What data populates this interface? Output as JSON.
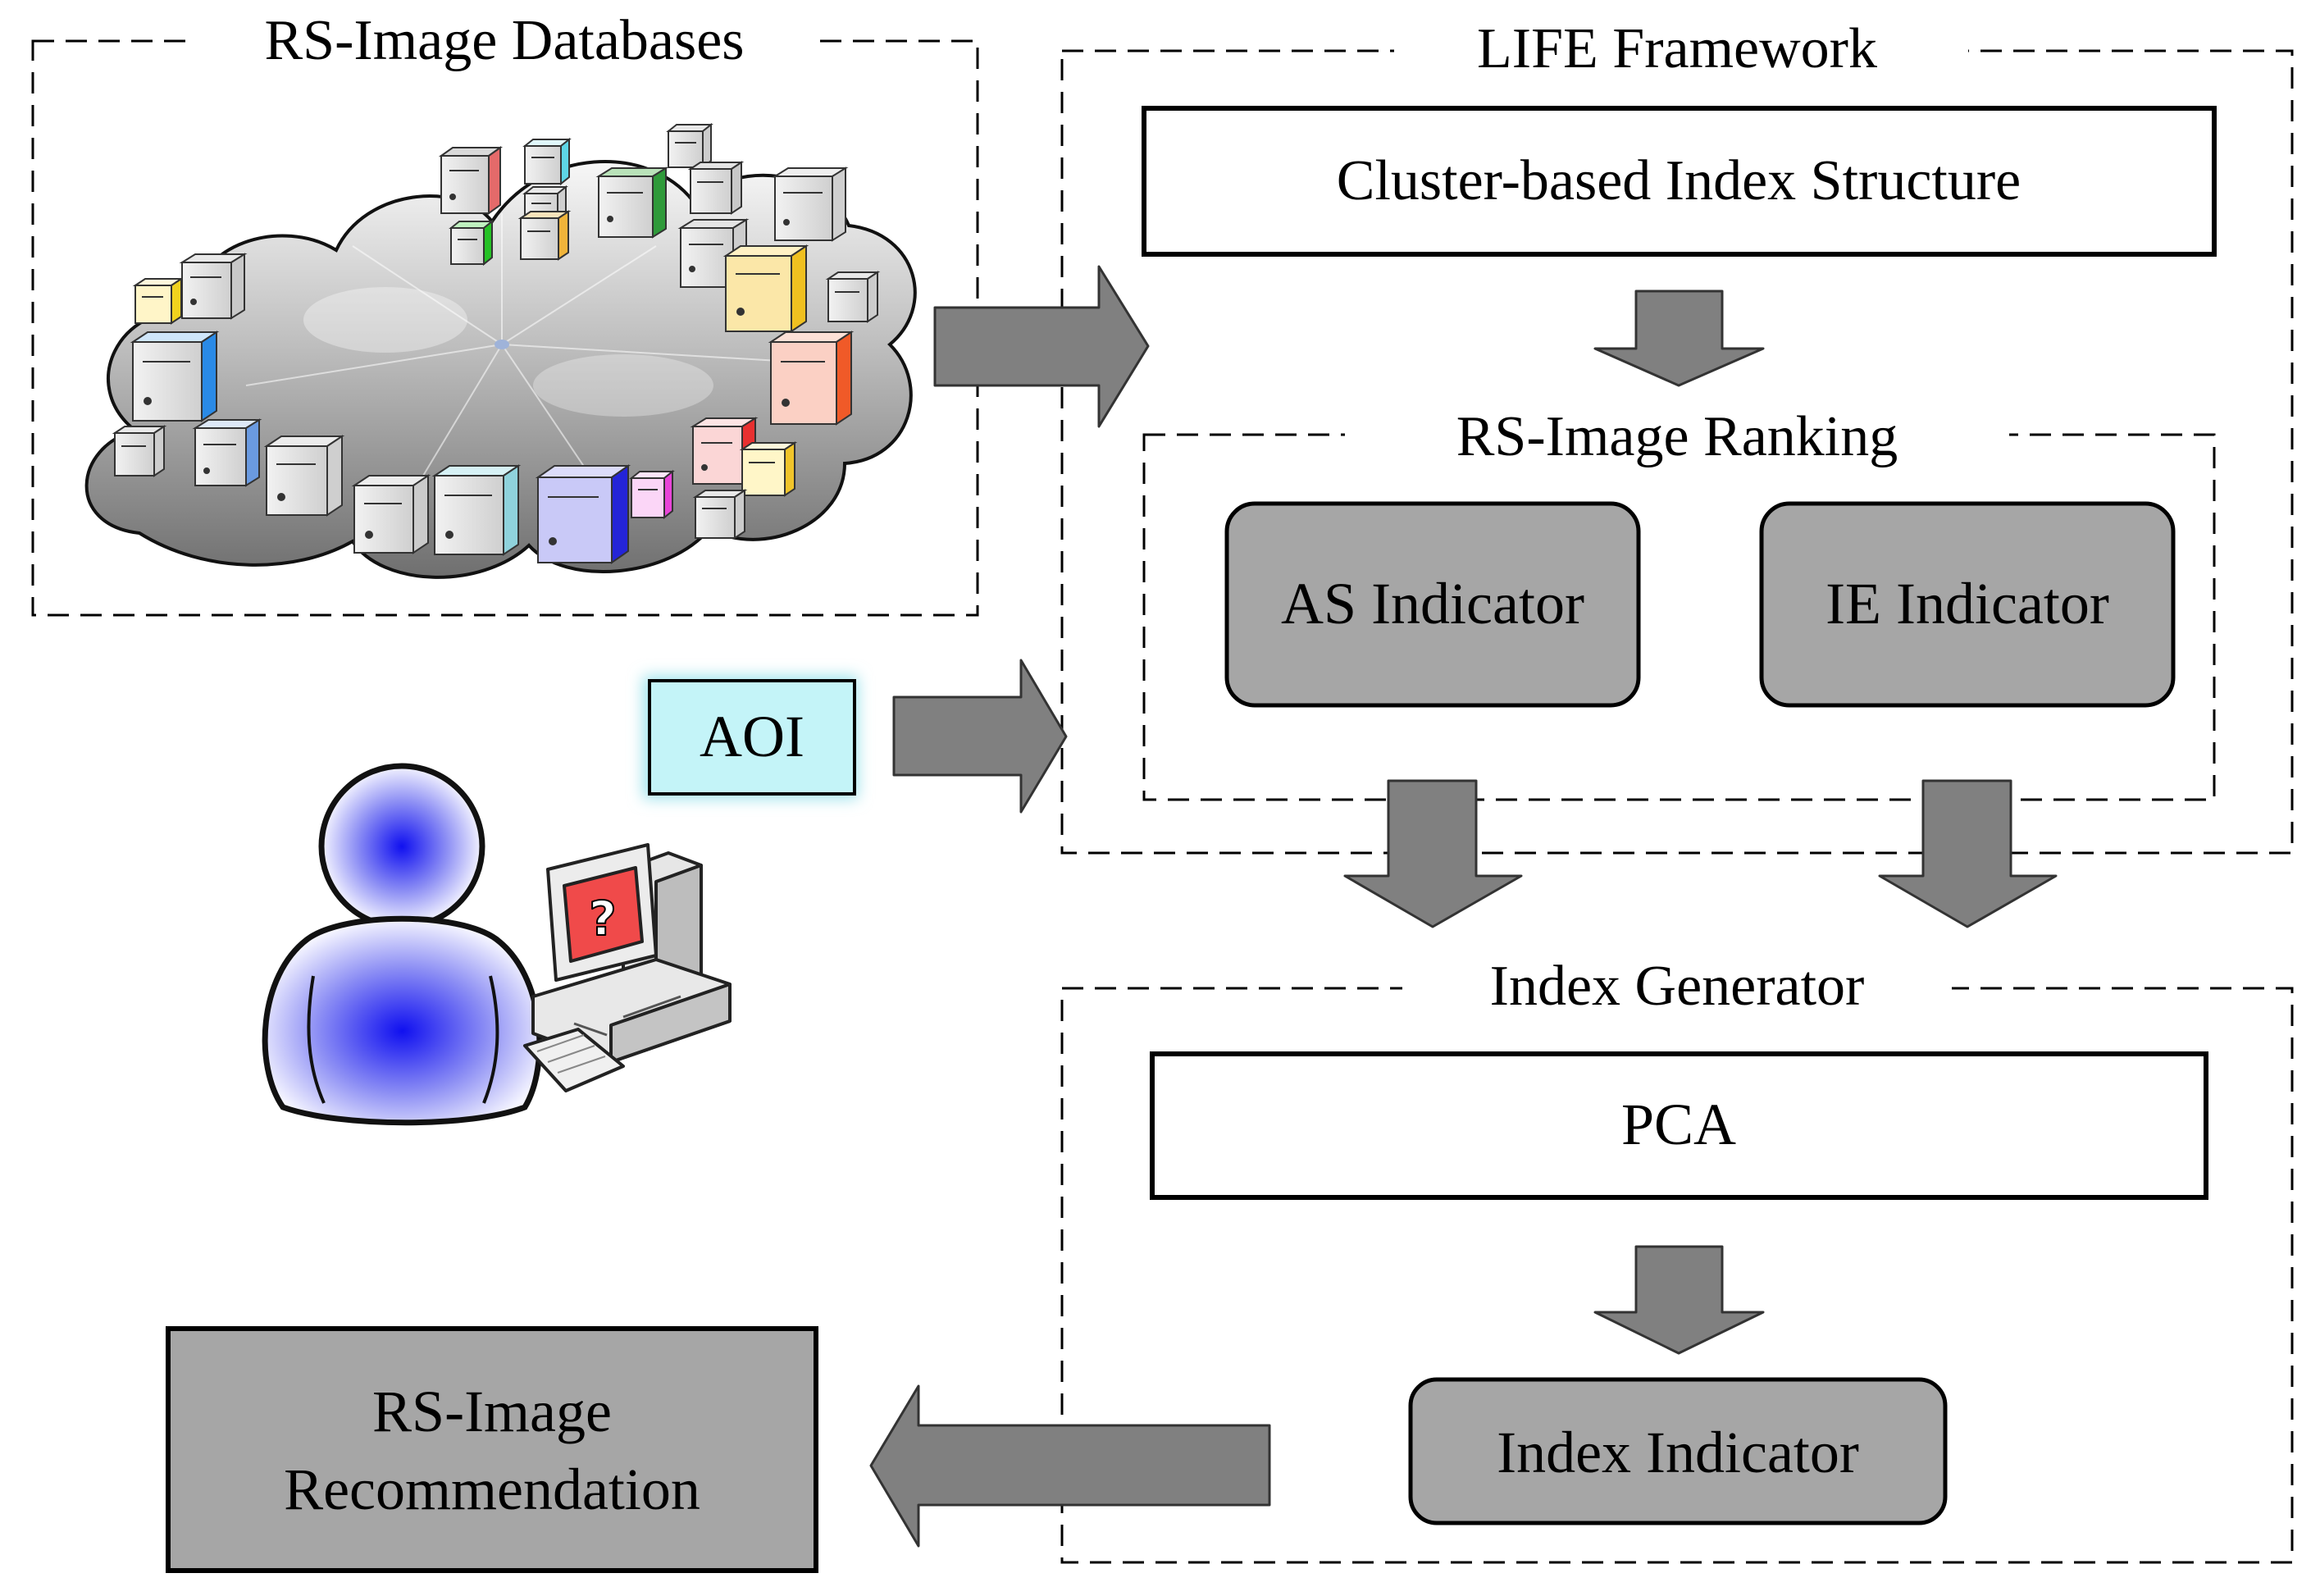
{
  "groups": {
    "databases": {
      "title": "RS-Image Databases"
    },
    "framework": {
      "title": "LIFE Framework"
    },
    "ranking": {
      "title": "RS-Image Ranking"
    },
    "generator": {
      "title": "Index Generator"
    }
  },
  "boxes": {
    "cluster_index": "Cluster-based Index Structure",
    "as_indicator": "AS Indicator",
    "ie_indicator": "IE Indicator",
    "aoi": "AOI",
    "pca": "PCA",
    "index_indicator": "Index Indicator",
    "recommendation_line1": "RS-Image",
    "recommendation_line2": "Recommendation"
  },
  "icons": {
    "cloud": "server-cloud-icon",
    "user": "user-at-computer-icon",
    "monitor_glyph": "?"
  },
  "colors": {
    "gray_fill": "#a6a6a6",
    "arrow_fill": "#808080",
    "aoi_fill": "#c4f4f8",
    "aoi_glow": "#9fe3ec",
    "user_blue": "#1c1cf0",
    "monitor_red": "#f04a4a"
  }
}
